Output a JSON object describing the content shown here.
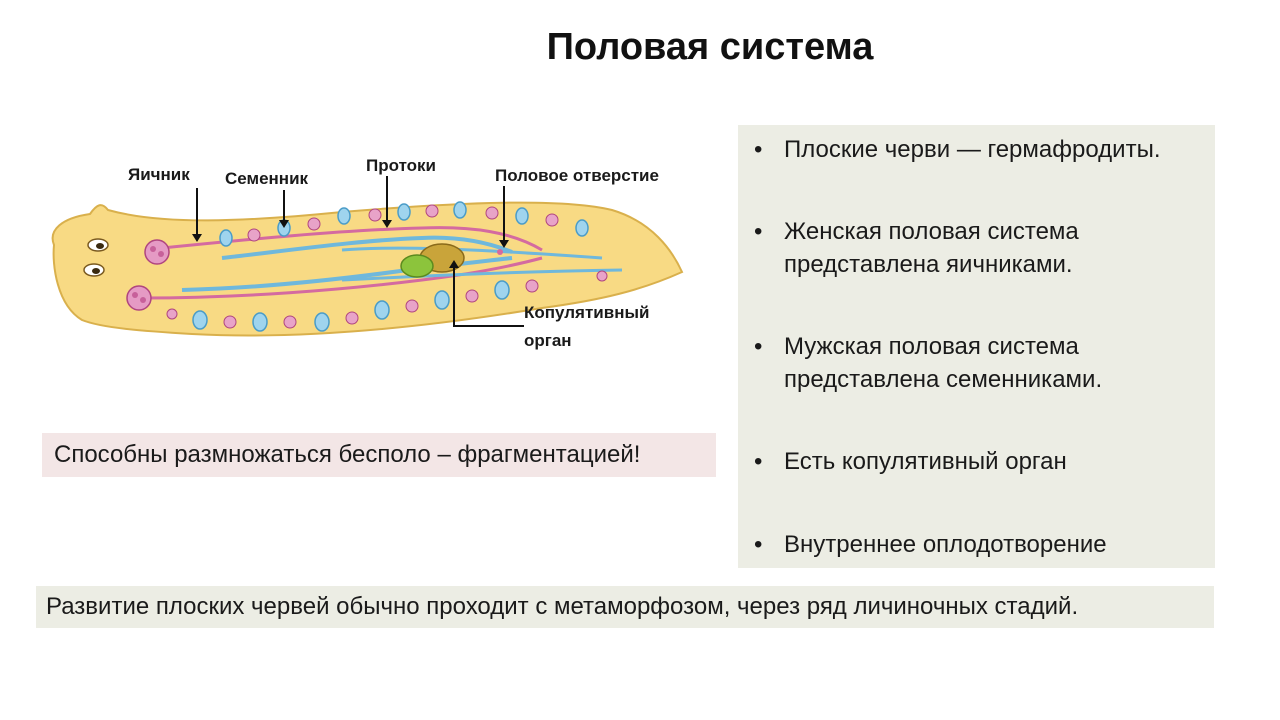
{
  "title": "Половая система",
  "diagram": {
    "labels": {
      "ovary": "Яичник",
      "testis": "Семенник",
      "ducts": "Протоки",
      "genital_opening": "Половое отверстие",
      "copulatory_line1": "Копулятивный",
      "copulatory_line2": "орган"
    }
  },
  "note_pink": "Способны размножаться бесполо – фрагментацией!",
  "bullets": [
    "Плоские черви — гермафродиты.",
    "Женская половая система представлена яичниками.",
    "Мужская половая система представлена семенниками.",
    "Есть копулятивный орган",
    "Внутреннее оплодотворение"
  ],
  "note_bottom": "Развитие плоских червей обычно проходит с метаморфозом, через ряд личиночных стадий.",
  "colors": {
    "body_fill": "#f8da84",
    "body_stroke": "#d9b04c",
    "duct_blue": "#6fb8dc",
    "gonad_pink": "#d46aa0",
    "penis_green": "#8cc43c",
    "panel_bg": "#ecede4",
    "pink_bg": "#f3e6e6"
  }
}
